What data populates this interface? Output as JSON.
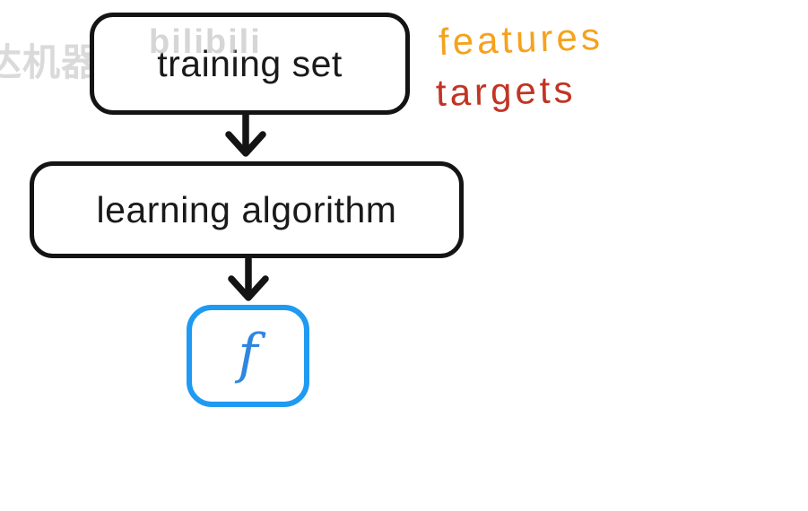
{
  "colors": {
    "background": "#ffffff",
    "box_border": "#141414",
    "box_text": "#1a1a1a",
    "f_box_border": "#1e9af2",
    "f_text": "#2e86e0",
    "features": "#f5a21d",
    "targets": "#c23424",
    "arrow": "#141414",
    "watermark": "#bdbdbd"
  },
  "diagram": {
    "nodes": [
      {
        "id": "training-set",
        "label": "training set"
      },
      {
        "id": "learning-algorithm",
        "label": "learning algorithm"
      },
      {
        "id": "model-f",
        "label": "f"
      }
    ],
    "edges": [
      {
        "from": "training-set",
        "to": "learning-algorithm"
      },
      {
        "from": "learning-algorithm",
        "to": "model-f"
      }
    ],
    "annotations": [
      {
        "id": "features",
        "label": "features"
      },
      {
        "id": "targets",
        "label": "targets"
      }
    ]
  },
  "watermarks": {
    "channel_text": "达机器学习",
    "logo_text": "bilibili"
  }
}
